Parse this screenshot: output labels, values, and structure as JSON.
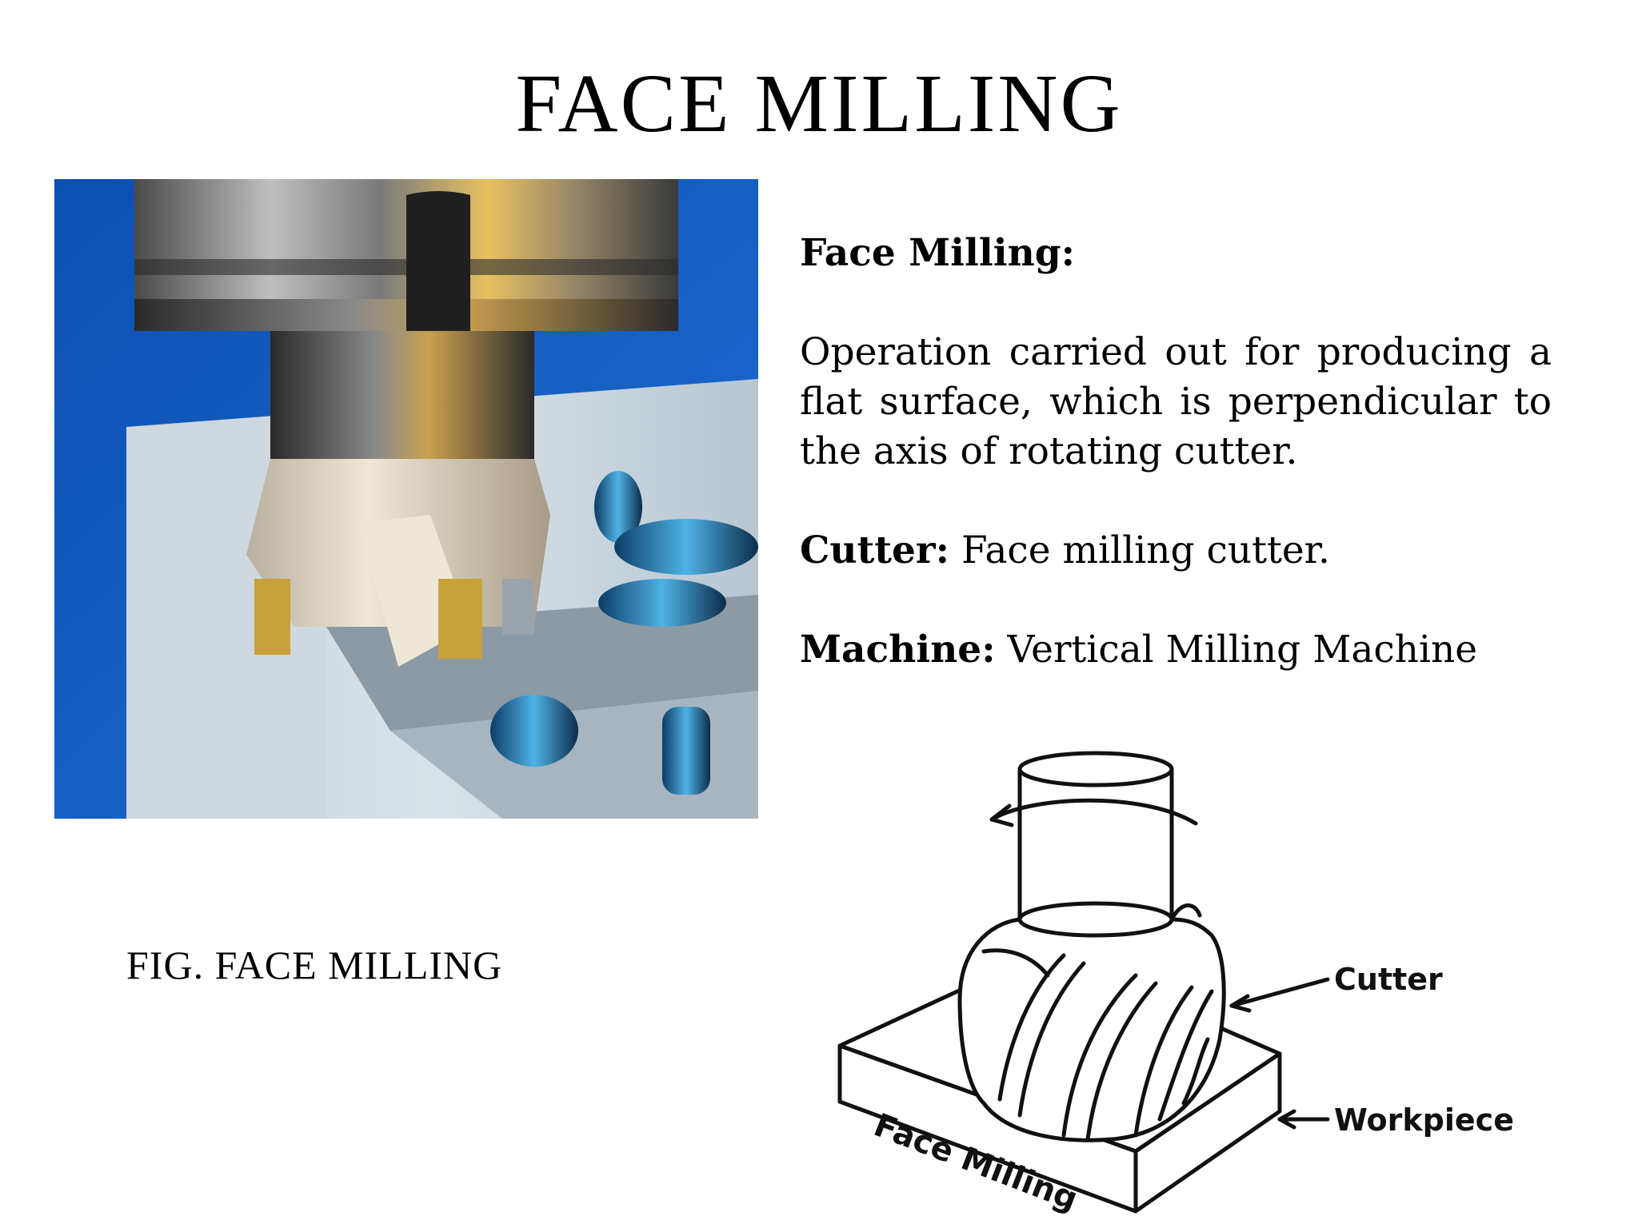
{
  "slide": {
    "title": "FACE MILLING"
  },
  "figure": {
    "caption": "FIG. FACE MILLING"
  },
  "definition": {
    "heading": "Face Milling:",
    "text": "Operation carried out for producing a flat surface, which is perpendicular to the axis of rotating cutter."
  },
  "cutter": {
    "label": "Cutter:",
    "value": "Face milling cutter."
  },
  "machine": {
    "label": "Machine:",
    "value": "Vertical Milling Machine"
  },
  "diagram": {
    "cutter_label": "Cutter",
    "workpiece_label": "Workpiece",
    "operation_label": "Face Milling"
  }
}
